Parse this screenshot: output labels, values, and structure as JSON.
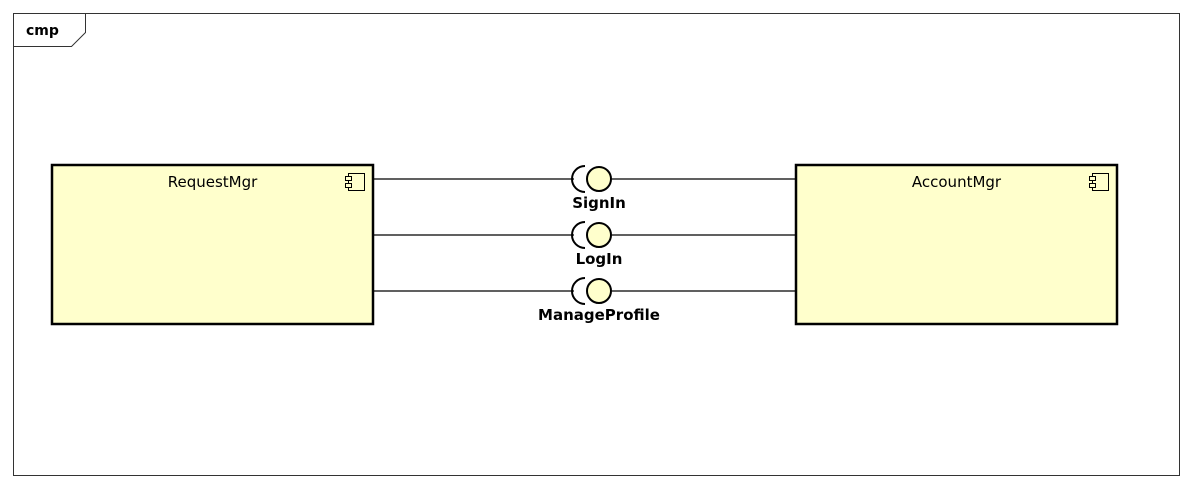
{
  "frame": {
    "label": "cmp"
  },
  "colors": {
    "component_fill": "#ffffcc",
    "lollipop_fill": "#ffffcc",
    "stroke": "#000000",
    "frame_stroke": "#333333"
  },
  "components": [
    {
      "name": "RequestMgr",
      "icon": "component-icon"
    },
    {
      "name": "AccountMgr",
      "icon": "component-icon"
    }
  ],
  "interfaces": [
    {
      "name": "SignIn",
      "provider": "AccountMgr",
      "consumer": "RequestMgr"
    },
    {
      "name": "LogIn",
      "provider": "AccountMgr",
      "consumer": "RequestMgr"
    },
    {
      "name": "ManageProfile",
      "provider": "AccountMgr",
      "consumer": "RequestMgr"
    }
  ]
}
